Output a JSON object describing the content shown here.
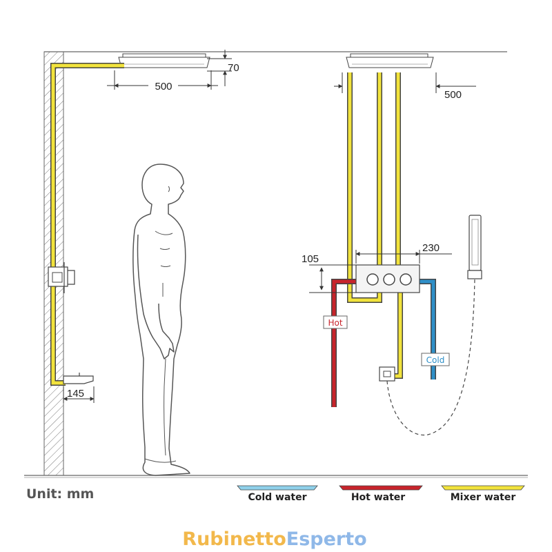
{
  "dimensions": {
    "left_showerhead_width": "500",
    "ceiling_height": "70",
    "right_showerhead_width": "500",
    "valve_width": "230",
    "valve_height": "105",
    "spout_projection": "145"
  },
  "labels": {
    "hot": "Hot",
    "cold": "Cold"
  },
  "unit_label": "Unit: mm",
  "legend": [
    {
      "label": "Cold water",
      "color": "#8fd0ea"
    },
    {
      "label": "Hot water",
      "color": "#c8242b"
    },
    {
      "label": "Mixer water",
      "color": "#f2e33c"
    }
  ],
  "brand": {
    "part1": "Rubinetto",
    "part2": "Esperto",
    "color1": "#f2b84b",
    "color2": "#8fb8e8"
  },
  "colors": {
    "mixer": "#f2e33c",
    "hot": "#c8242b",
    "cold": "#2e8fc8",
    "line": "#555555"
  }
}
